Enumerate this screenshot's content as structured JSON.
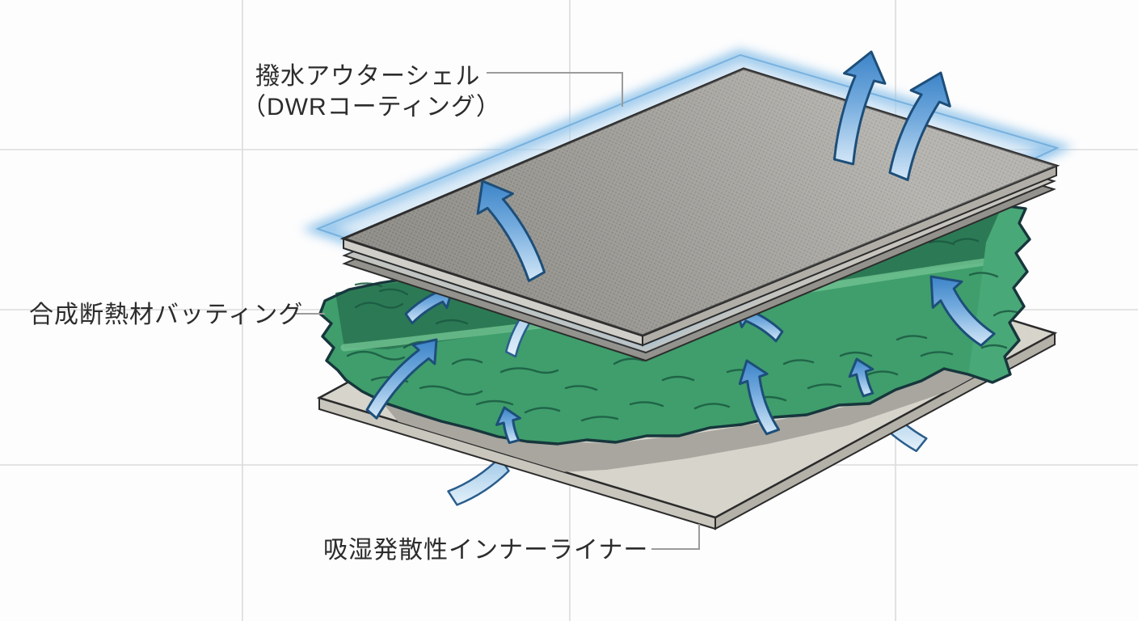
{
  "diagram": {
    "kind": "fabric-layer-cross-section",
    "labels": {
      "outer_shell_line1": "撥水アウターシェル",
      "outer_shell_line2": "（DWRコーティング）",
      "insulation": "合成断熱材バッティング",
      "inner_liner": "吸湿発散性インナーライナー"
    },
    "layers": [
      {
        "id": "outer-shell",
        "label": "撥水アウターシェル（DWRコーティング）",
        "fill": "#a4a29c",
        "coating_glow": "#8fc3ea"
      },
      {
        "id": "insulation-batting",
        "label": "合成断熱材バッティング",
        "fill": "#3f9e6c"
      },
      {
        "id": "inner-liner",
        "label": "吸湿発散性インナーライナー",
        "fill": "#d6d4cb"
      }
    ],
    "arrows": {
      "meaning": "moisture vapor escaping upward through layers",
      "fill": "#4a8fd0",
      "outline": "#1d4e79",
      "count": 13
    },
    "background": {
      "color": "#fdfdfd",
      "grid_color": "#dcdcdc"
    }
  }
}
